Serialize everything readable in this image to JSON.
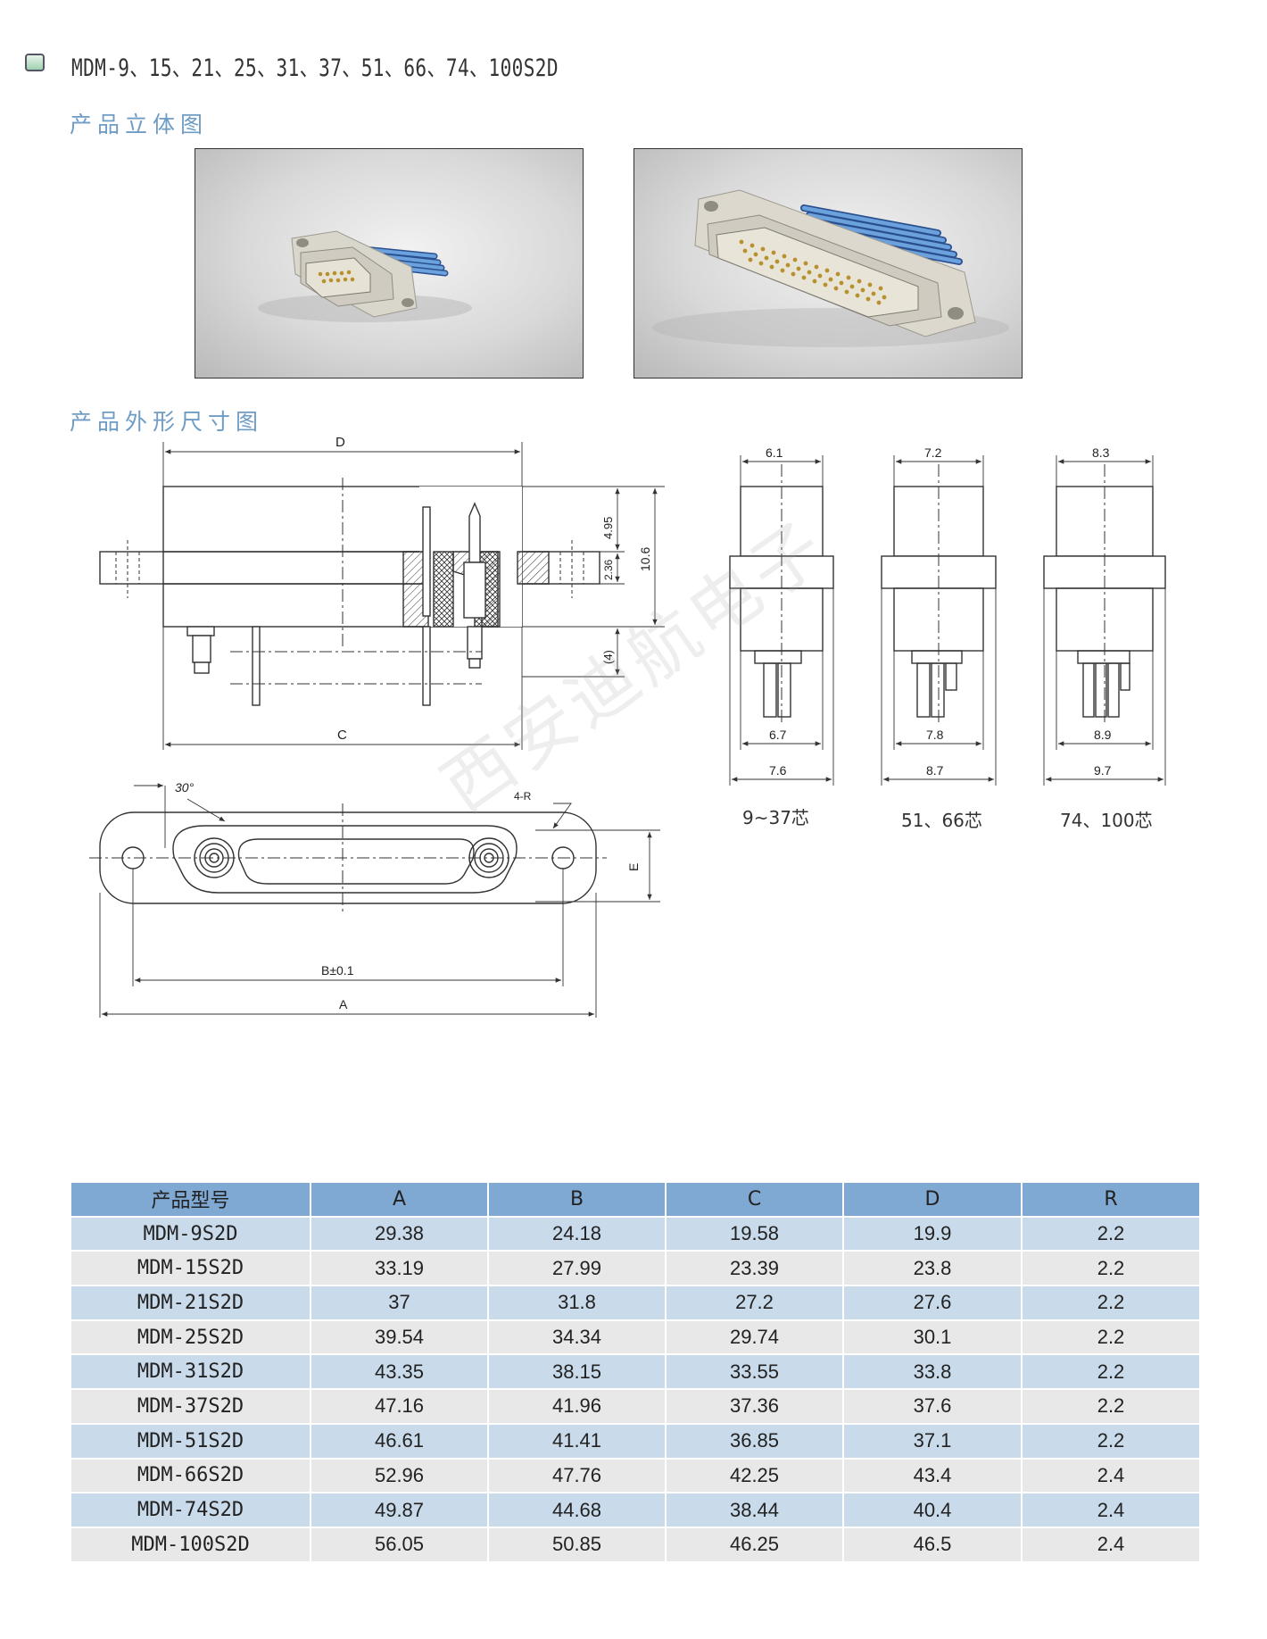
{
  "header": {
    "title": "MDM-9、15、21、25、31、37、51、66、74、100S2D"
  },
  "sections": {
    "photos_title": "产品立体图",
    "dimensions_title": "产品外形尺寸图"
  },
  "drawing": {
    "side_view": {
      "label_d": "D",
      "label_c": "C",
      "dim_495": "4.95",
      "dim_236": "2.36",
      "dim_106": "10.6",
      "dim_4": "(4)"
    },
    "top_view": {
      "angle": "30°",
      "radius": "4-R",
      "label_e": "E",
      "label_b": "B±0.1",
      "label_a": "A"
    },
    "cross_sections": [
      {
        "top": "6.1",
        "inner": "6.7",
        "outer": "7.6",
        "caption": "9~37芯"
      },
      {
        "top": "7.2",
        "inner": "7.8",
        "outer": "8.7",
        "caption": "51、66芯"
      },
      {
        "top": "8.3",
        "inner": "8.9",
        "outer": "9.7",
        "caption": "74、100芯"
      }
    ],
    "watermark": "西安迪航电子"
  },
  "table": {
    "headers": [
      "产品型号",
      "A",
      "B",
      "C",
      "D",
      "R"
    ],
    "rows": [
      [
        "MDM-9S2D",
        "29.38",
        "24.18",
        "19.58",
        "19.9",
        "2.2"
      ],
      [
        "MDM-15S2D",
        "33.19",
        "27.99",
        "23.39",
        "23.8",
        "2.2"
      ],
      [
        "MDM-21S2D",
        "37",
        "31.8",
        "27.2",
        "27.6",
        "2.2"
      ],
      [
        "MDM-25S2D",
        "39.54",
        "34.34",
        "29.74",
        "30.1",
        "2.2"
      ],
      [
        "MDM-31S2D",
        "43.35",
        "38.15",
        "33.55",
        "33.8",
        "2.2"
      ],
      [
        "MDM-37S2D",
        "47.16",
        "41.96",
        "37.36",
        "37.6",
        "2.2"
      ],
      [
        "MDM-51S2D",
        "46.61",
        "41.41",
        "36.85",
        "37.1",
        "2.2"
      ],
      [
        "MDM-66S2D",
        "52.96",
        "47.76",
        "42.25",
        "43.4",
        "2.4"
      ],
      [
        "MDM-74S2D",
        "49.87",
        "44.68",
        "38.44",
        "40.4",
        "2.4"
      ],
      [
        "MDM-100S2D",
        "56.05",
        "50.85",
        "46.25",
        "46.5",
        "2.4"
      ]
    ]
  }
}
